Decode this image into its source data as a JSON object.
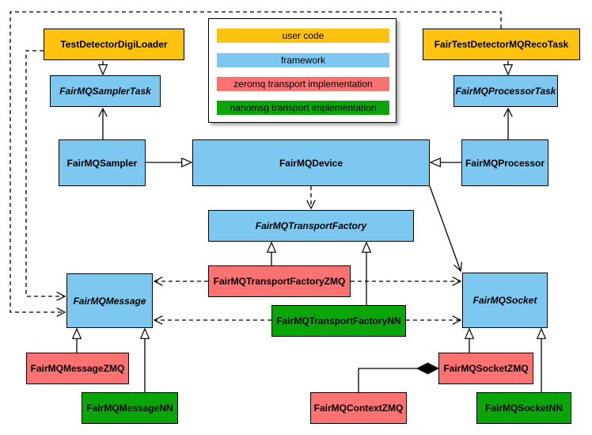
{
  "palette": {
    "user": "#FFC20E",
    "framework": "#7DC8F0",
    "zeromq": "#FA7272",
    "nanomsg": "#09A509"
  },
  "legend": {
    "items": [
      {
        "label": "user code",
        "color": "#FFC20E"
      },
      {
        "label": "framework",
        "color": "#7DC8F0"
      },
      {
        "label": "zeromq transport implementation",
        "color": "#FA7272"
      },
      {
        "label": "nanomsg transport implementation",
        "color": "#09A509"
      }
    ]
  },
  "nodes": [
    {
      "id": "TestDetectorDigiLoader",
      "label": "TestDetectorDigiLoader",
      "category": "user",
      "abstract": false
    },
    {
      "id": "FairTestDetectorMQRecoTask",
      "label": "FairTestDetectorMQRecoTask",
      "category": "user",
      "abstract": false
    },
    {
      "id": "FairMQSamplerTask",
      "label": "FairMQSamplerTask",
      "category": "framework",
      "abstract": true
    },
    {
      "id": "FairMQProcessorTask",
      "label": "FairMQProcessorTask",
      "category": "framework",
      "abstract": true
    },
    {
      "id": "FairMQSampler",
      "label": "FairMQSampler",
      "category": "framework",
      "abstract": false
    },
    {
      "id": "FairMQDevice",
      "label": "FairMQDevice",
      "category": "framework",
      "abstract": false
    },
    {
      "id": "FairMQProcessor",
      "label": "FairMQProcessor",
      "category": "framework",
      "abstract": false
    },
    {
      "id": "FairMQTransportFactory",
      "label": "FairMQTransportFactory",
      "category": "framework",
      "abstract": true
    },
    {
      "id": "FairMQTransportFactoryZMQ",
      "label": "FairMQTransportFactoryZMQ",
      "category": "zeromq",
      "abstract": false
    },
    {
      "id": "FairMQTransportFactoryNN",
      "label": "FairMQTransportFactoryNN",
      "category": "nanomsg",
      "abstract": false
    },
    {
      "id": "FairMQMessage",
      "label": "FairMQMessage",
      "category": "framework",
      "abstract": true
    },
    {
      "id": "FairMQSocket",
      "label": "FairMQSocket",
      "category": "framework",
      "abstract": true
    },
    {
      "id": "FairMQMessageZMQ",
      "label": "FairMQMessageZMQ",
      "category": "zeromq",
      "abstract": false
    },
    {
      "id": "FairMQMessageNN",
      "label": "FairMQMessageNN",
      "category": "nanomsg",
      "abstract": false
    },
    {
      "id": "FairMQSocketZMQ",
      "label": "FairMQSocketZMQ",
      "category": "zeromq",
      "abstract": false
    },
    {
      "id": "FairMQSocketNN",
      "label": "FairMQSocketNN",
      "category": "nanomsg",
      "abstract": false
    },
    {
      "id": "FairMQContextZMQ",
      "label": "FairMQContextZMQ",
      "category": "zeromq",
      "abstract": false
    }
  ],
  "edges": [
    {
      "from": "TestDetectorDigiLoader",
      "to": "FairMQSamplerTask",
      "type": "generalization"
    },
    {
      "from": "FairTestDetectorMQRecoTask",
      "to": "FairMQProcessorTask",
      "type": "generalization"
    },
    {
      "from": "FairMQSampler",
      "to": "FairMQSamplerTask",
      "type": "open-arrow"
    },
    {
      "from": "FairMQProcessor",
      "to": "FairMQProcessorTask",
      "type": "open-arrow"
    },
    {
      "from": "FairMQSampler",
      "to": "FairMQDevice",
      "type": "generalization"
    },
    {
      "from": "FairMQProcessor",
      "to": "FairMQDevice",
      "type": "generalization"
    },
    {
      "from": "FairMQDevice",
      "to": "FairMQTransportFactory",
      "type": "dashed-dependency"
    },
    {
      "from": "FairMQDevice",
      "to": "FairMQSocket",
      "type": "open-arrow"
    },
    {
      "from": "FairMQTransportFactoryZMQ",
      "to": "FairMQTransportFactory",
      "type": "generalization"
    },
    {
      "from": "FairMQTransportFactoryNN",
      "to": "FairMQTransportFactory",
      "type": "generalization"
    },
    {
      "from": "FairMQTransportFactoryZMQ",
      "to": "FairMQMessage",
      "type": "dashed-dependency"
    },
    {
      "from": "FairMQTransportFactoryZMQ",
      "to": "FairMQSocket",
      "type": "dashed-dependency"
    },
    {
      "from": "FairMQTransportFactoryNN",
      "to": "FairMQMessage",
      "type": "dashed-dependency"
    },
    {
      "from": "FairMQTransportFactoryNN",
      "to": "FairMQSocket",
      "type": "dashed-dependency"
    },
    {
      "from": "TestDetectorDigiLoader",
      "to": "FairMQMessage",
      "type": "dashed-dependency"
    },
    {
      "from": "FairTestDetectorMQRecoTask",
      "to": "FairMQMessage",
      "type": "dashed-dependency"
    },
    {
      "from": "FairMQMessageZMQ",
      "to": "FairMQMessage",
      "type": "generalization"
    },
    {
      "from": "FairMQMessageNN",
      "to": "FairMQMessage",
      "type": "generalization"
    },
    {
      "from": "FairMQSocketZMQ",
      "to": "FairMQSocket",
      "type": "generalization"
    },
    {
      "from": "FairMQSocketNN",
      "to": "FairMQSocket",
      "type": "generalization"
    },
    {
      "from": "FairMQContextZMQ",
      "to": "FairMQSocketZMQ",
      "type": "composition"
    }
  ]
}
